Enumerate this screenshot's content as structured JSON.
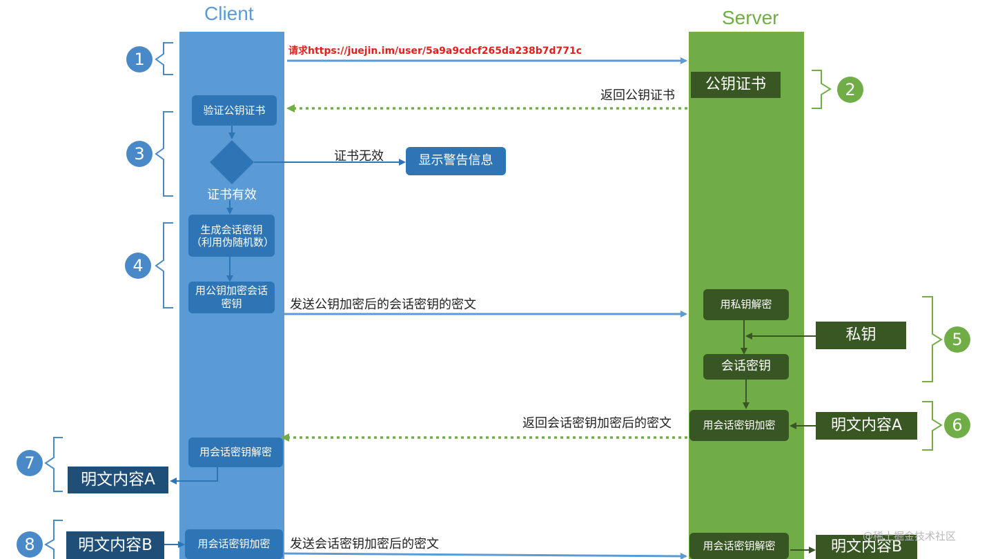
{
  "lanes": {
    "client": "Client",
    "server": "Server"
  },
  "request_url": "请求https://juejin.im/user/5a9a9cdcf265da238b7d771c",
  "steps": {
    "s1": "1",
    "s2": "2",
    "s3": "3",
    "s4": "4",
    "s5": "5",
    "s6": "6",
    "s7": "7",
    "s8": "8"
  },
  "client_boxes": {
    "verify_cert": "验证公钥证书",
    "gen_session_key": "生成会话密钥（利用伪随机数）",
    "encrypt_session_key": "用公钥加密会话密钥",
    "decrypt_with_session_key": "用会话密钥解密",
    "encrypt_with_session_key": "用会话密钥加密"
  },
  "decision": {
    "valid": "证书有效",
    "invalid": "证书无效"
  },
  "warning_box": "显示警告信息",
  "server_boxes": {
    "public_cert": "公钥证书",
    "decrypt_with_private": "用私钥解密",
    "private_key": "私钥",
    "session_key": "会话密钥",
    "encrypt_with_session_key": "用会话密钥加密",
    "plaintext_a": "明文内容A",
    "decrypt_with_session_key": "用会话密钥解密",
    "plaintext_b": "明文内容B"
  },
  "arrow_labels": {
    "return_cert": "返回公钥证书",
    "send_encrypted_key": "发送公钥加密后的会话密钥的密文",
    "return_encrypted_content": "返回会话密钥加密后的密文",
    "send_encrypted_content": "发送会话密钥加密后的密文"
  },
  "client_outputs": {
    "plaintext_a": "明文内容A",
    "plaintext_b": "明文内容B"
  },
  "watermark": "@稀土掘金技术社区",
  "colors": {
    "client": "#5b9bd5",
    "client_box": "#2e75b6",
    "server": "#70ad47",
    "server_box": "#375623",
    "navy": "#1f4e79",
    "arrow_blue": "#5b9bd5",
    "arrow_green": "#70ad47",
    "url_red": "#e0201c"
  }
}
